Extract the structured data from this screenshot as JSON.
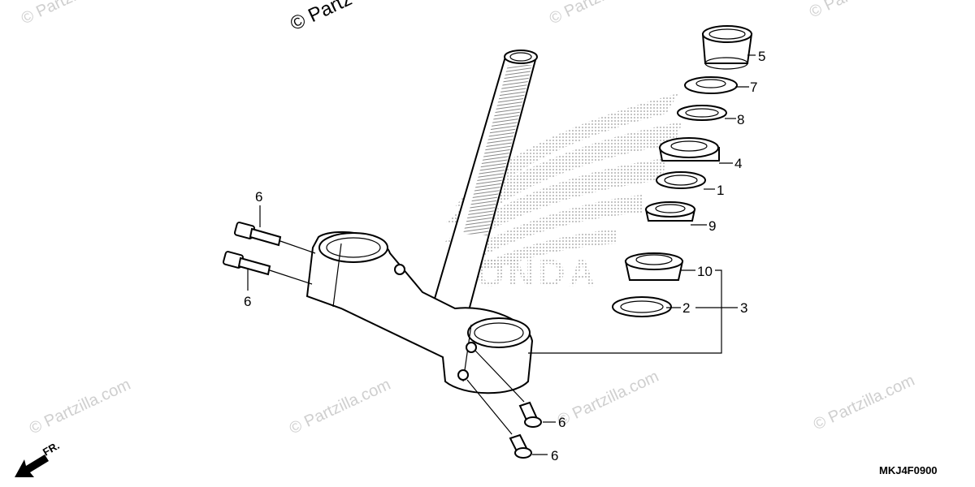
{
  "watermark": {
    "text": "© Partzilla.com",
    "top_text": "© Partz"
  },
  "logo_text": "HONDA",
  "diagram_code": "MKJ4F0900",
  "front_indicator": "FR.",
  "callouts": {
    "c5": "5",
    "c7": "7",
    "c8": "8",
    "c4": "4",
    "c1": "1",
    "c9": "9",
    "c10": "10",
    "c2": "2",
    "c3": "3",
    "c6_top": "6",
    "c6_left": "6",
    "c6_lower1": "6",
    "c6_lower2": "6"
  },
  "colors": {
    "line": "#000000",
    "watermark": "#cfcfcf",
    "logo_dots": "#9a9a9a"
  }
}
